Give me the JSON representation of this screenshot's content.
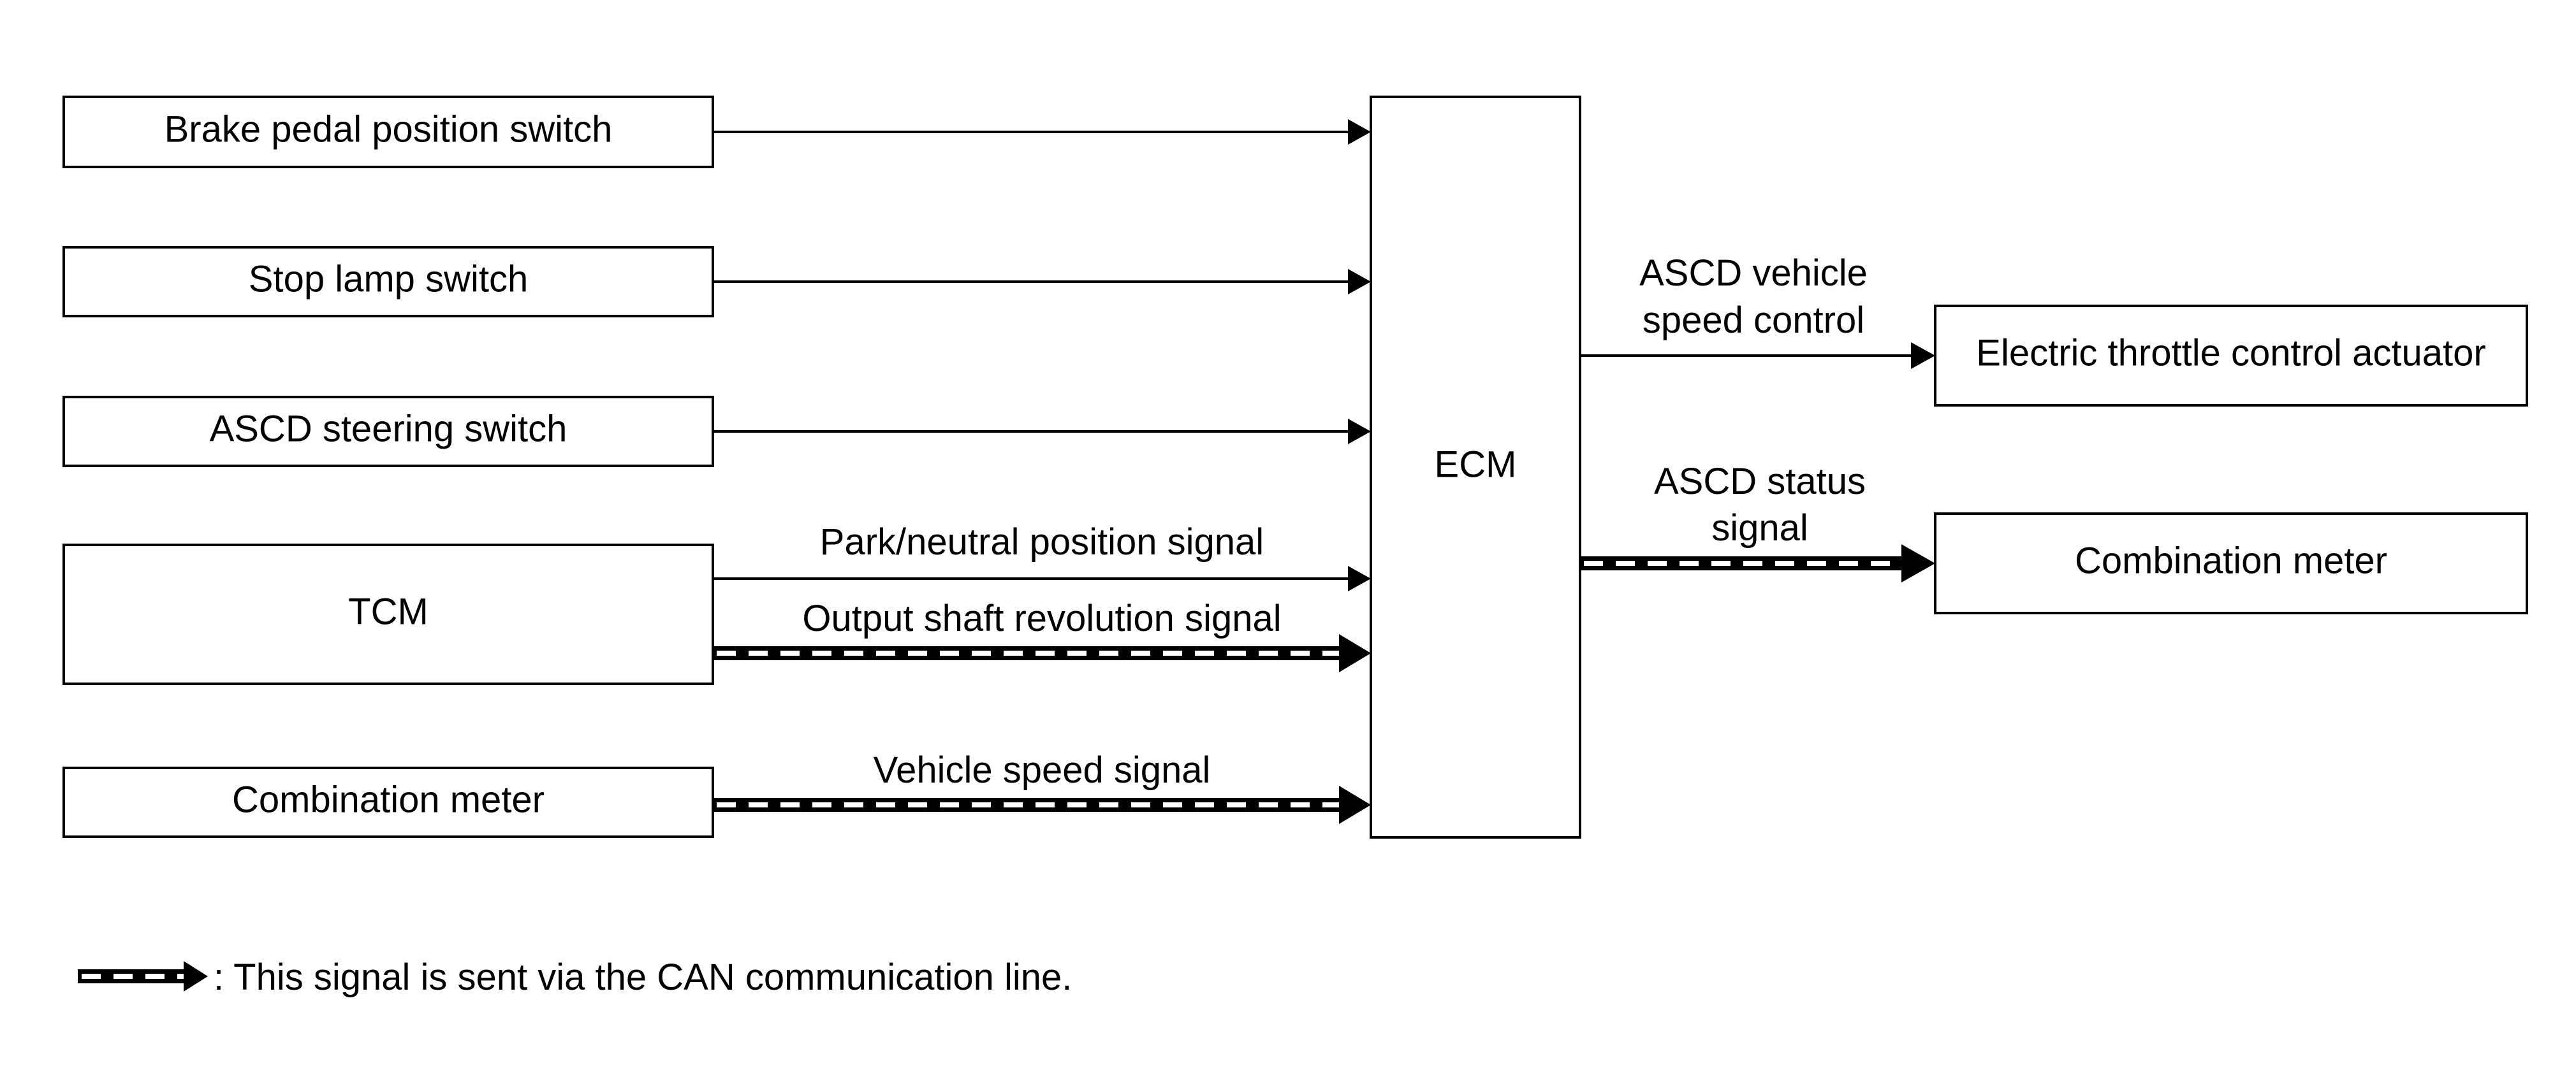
{
  "inputs": {
    "brake_pedal_position_switch": "Brake pedal position switch",
    "stop_lamp_switch": "Stop lamp switch",
    "ascd_steering_switch": "ASCD steering switch",
    "tcm": "TCM",
    "combination_meter": "Combination meter"
  },
  "ecm": "ECM",
  "signals": {
    "park_neutral_position": "Park/neutral position signal",
    "output_shaft_revolution": "Output shaft revolution signal",
    "vehicle_speed": "Vehicle speed signal",
    "ascd_vehicle_speed_control": [
      "ASCD vehicle",
      "speed control"
    ],
    "ascd_status_signal": [
      "ASCD status",
      "signal"
    ]
  },
  "outputs": {
    "electric_throttle_control_actuator": "Electric throttle control actuator",
    "combination_meter": "Combination meter"
  },
  "legend": ": This signal is sent via the CAN communication line."
}
